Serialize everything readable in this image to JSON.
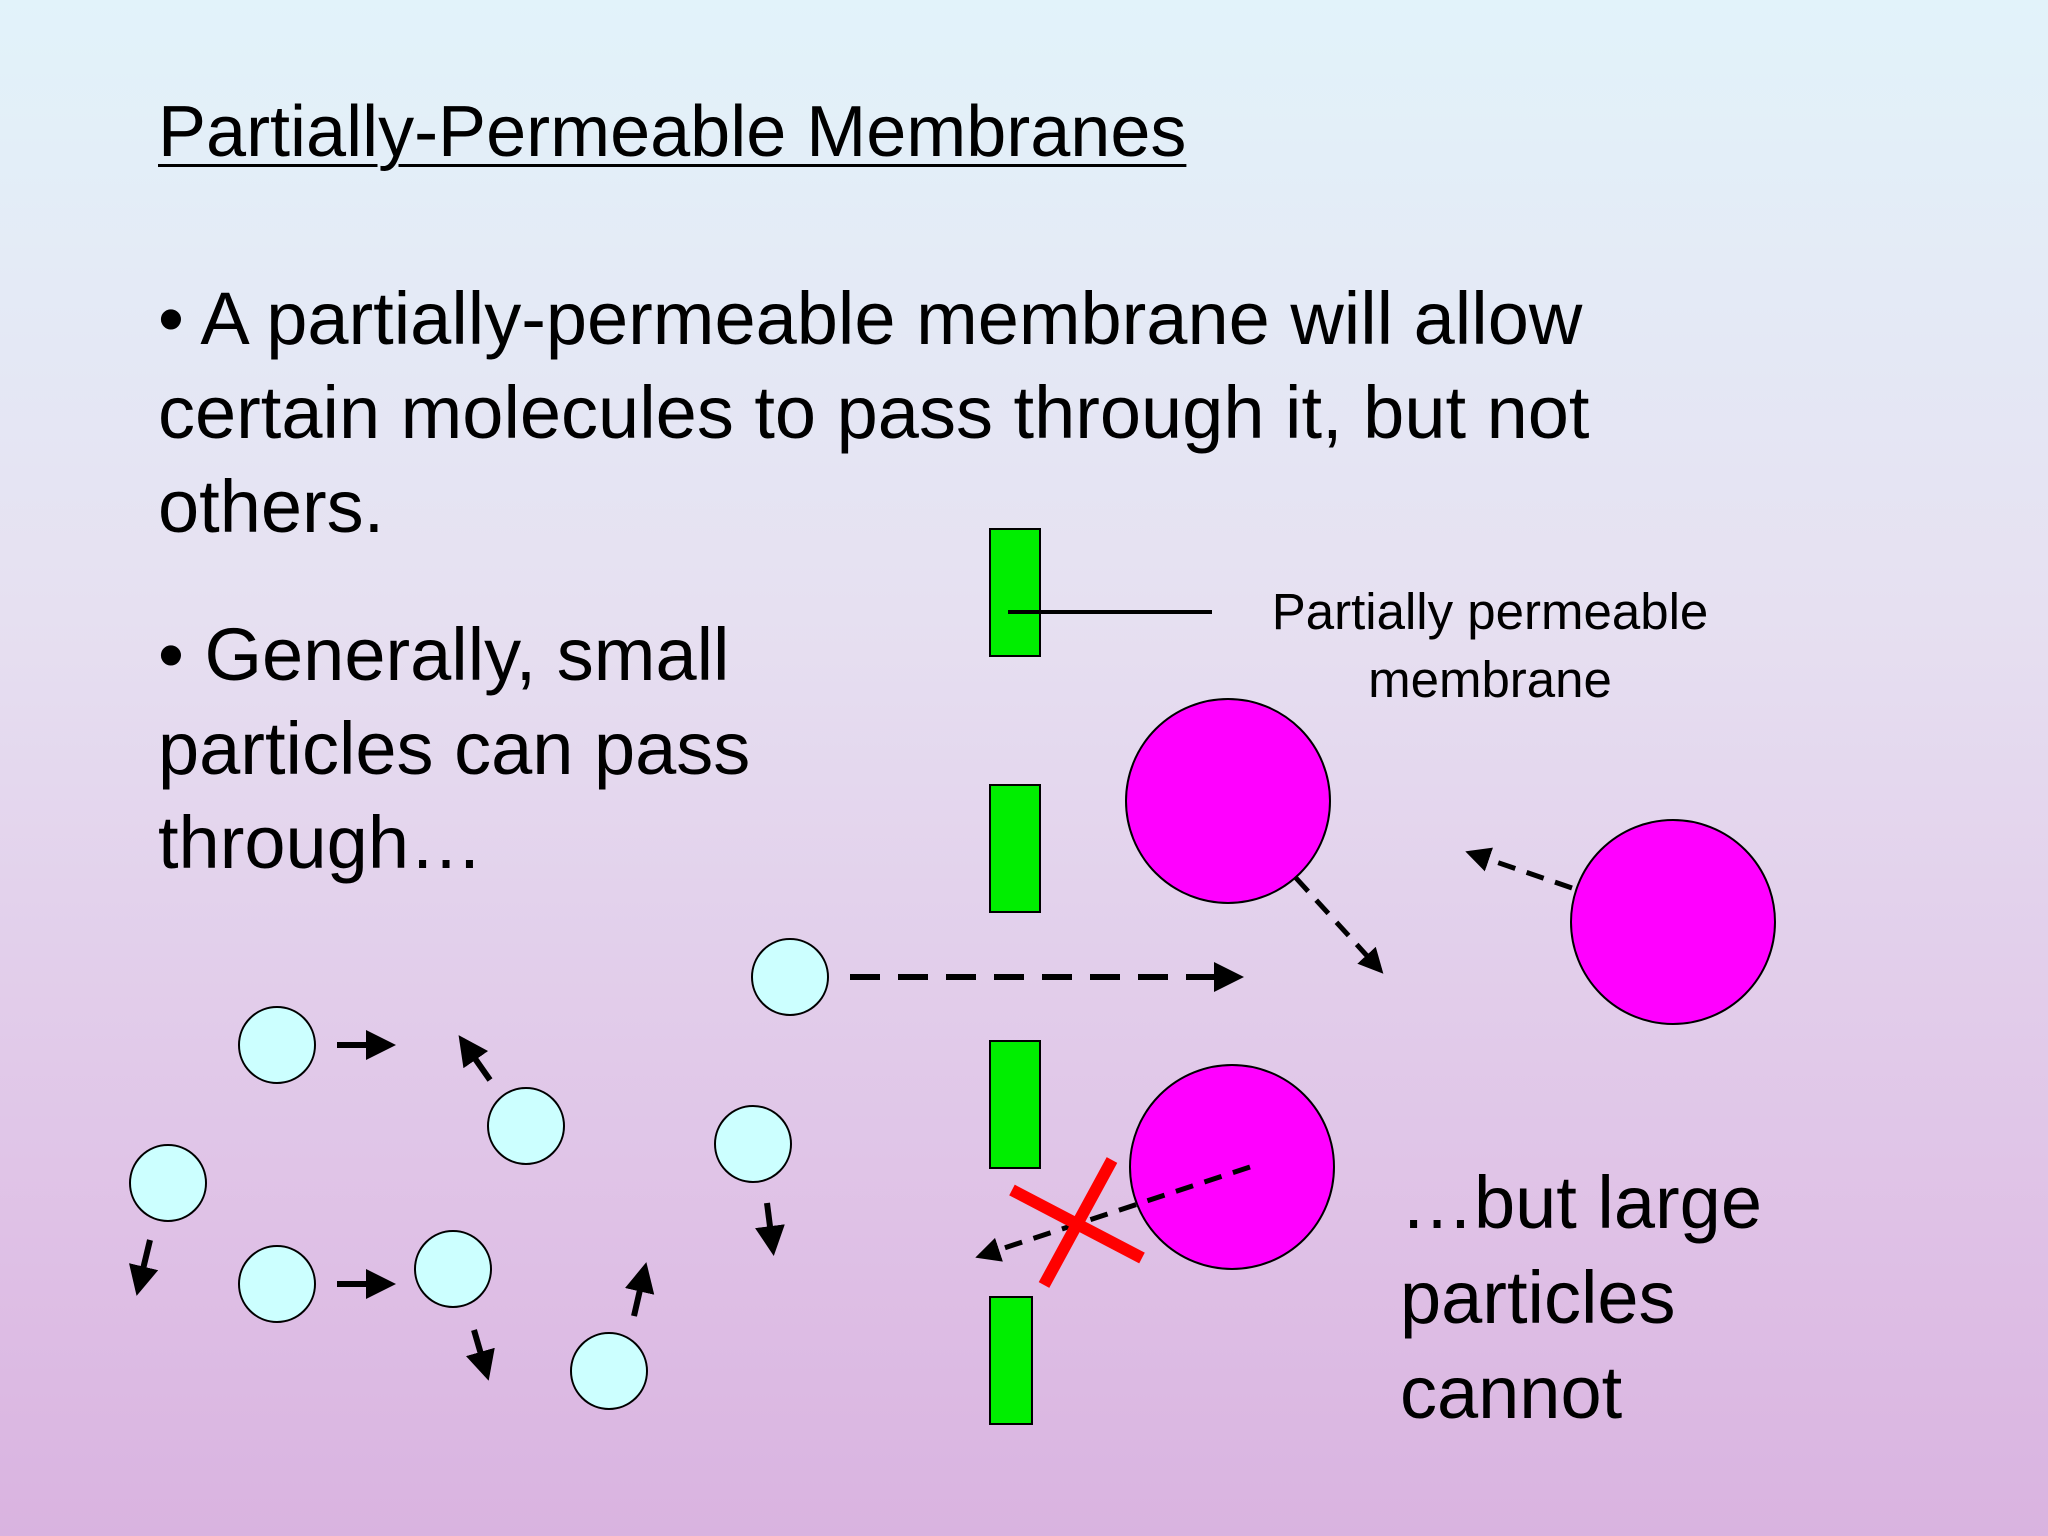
{
  "slide": {
    "title": "Partially-Permeable Membranes",
    "bullet_1": {
      "line_1": "• A partially-permeable membrane will allow",
      "line_2": "certain molecules to pass through it, but not",
      "line_3": "others."
    },
    "bullet_2": {
      "line_1": "• Generally, small",
      "line_2": "particles can pass",
      "line_3": "through…"
    },
    "caption": {
      "line_1": "…but large",
      "line_2": "particles",
      "line_3": "cannot"
    }
  },
  "diagram": {
    "membrane_label_line_1": "Partially permeable",
    "membrane_label_line_2": "membrane",
    "colors": {
      "membrane": "#00ee00",
      "small_particle": "#ccffff",
      "large_particle": "#ff00ff",
      "blocked_mark": "#ff0000",
      "arrows": "#000000"
    }
  }
}
